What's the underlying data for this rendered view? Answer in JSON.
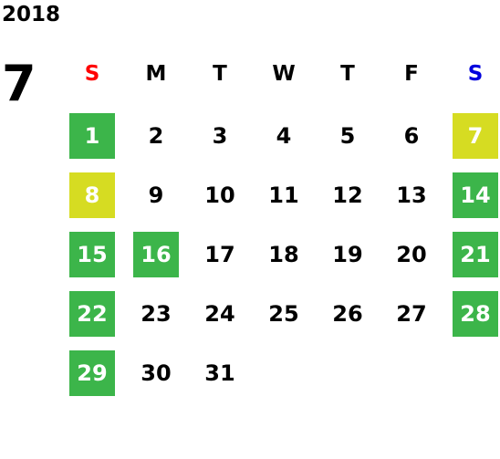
{
  "header": {
    "year": "2018",
    "month": "7"
  },
  "colors": {
    "sunday": "#ff0000",
    "saturday": "#0000dd",
    "weekday": "#000000",
    "green": "#3cb54a",
    "yellow": "#d6dc22"
  },
  "weekdays": [
    {
      "label": "S",
      "kind": "sunday"
    },
    {
      "label": "M",
      "kind": "weekday"
    },
    {
      "label": "T",
      "kind": "weekday"
    },
    {
      "label": "W",
      "kind": "weekday"
    },
    {
      "label": "T",
      "kind": "weekday"
    },
    {
      "label": "F",
      "kind": "weekday"
    },
    {
      "label": "S",
      "kind": "saturday"
    }
  ],
  "start_weekday": 0,
  "days": [
    {
      "label": "1",
      "highlight": "green"
    },
    {
      "label": "2",
      "highlight": ""
    },
    {
      "label": "3",
      "highlight": ""
    },
    {
      "label": "4",
      "highlight": ""
    },
    {
      "label": "5",
      "highlight": ""
    },
    {
      "label": "6",
      "highlight": ""
    },
    {
      "label": "7",
      "highlight": "yellow"
    },
    {
      "label": "8",
      "highlight": "yellow"
    },
    {
      "label": "9",
      "highlight": ""
    },
    {
      "label": "10",
      "highlight": ""
    },
    {
      "label": "11",
      "highlight": ""
    },
    {
      "label": "12",
      "highlight": ""
    },
    {
      "label": "13",
      "highlight": ""
    },
    {
      "label": "14",
      "highlight": "green"
    },
    {
      "label": "15",
      "highlight": "green"
    },
    {
      "label": "16",
      "highlight": "green"
    },
    {
      "label": "17",
      "highlight": ""
    },
    {
      "label": "18",
      "highlight": ""
    },
    {
      "label": "19",
      "highlight": ""
    },
    {
      "label": "20",
      "highlight": ""
    },
    {
      "label": "21",
      "highlight": "green"
    },
    {
      "label": "22",
      "highlight": "green"
    },
    {
      "label": "23",
      "highlight": ""
    },
    {
      "label": "24",
      "highlight": ""
    },
    {
      "label": "25",
      "highlight": ""
    },
    {
      "label": "26",
      "highlight": ""
    },
    {
      "label": "27",
      "highlight": ""
    },
    {
      "label": "28",
      "highlight": "green"
    },
    {
      "label": "29",
      "highlight": "green"
    },
    {
      "label": "30",
      "highlight": ""
    },
    {
      "label": "31",
      "highlight": ""
    }
  ]
}
